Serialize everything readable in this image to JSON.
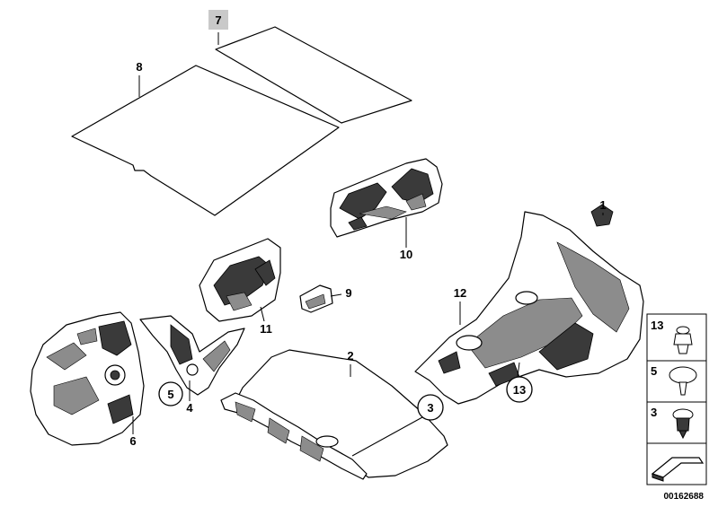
{
  "diagram": {
    "labels": {
      "p1": "1",
      "p2": "2",
      "p3": "3",
      "p4": "4",
      "p5": "5",
      "p6": "6",
      "p7": "7",
      "p8": "8",
      "p9": "9",
      "p10": "10",
      "p11": "11",
      "p12": "12",
      "p13": "13"
    },
    "circled_callouts": {
      "c3": "3",
      "c5": "5",
      "c13": "13"
    },
    "legend": [
      {
        "number": "13",
        "part": "expanding-rivet"
      },
      {
        "number": "5",
        "part": "plug"
      },
      {
        "number": "3",
        "part": "clip"
      },
      {
        "number": "",
        "part": "sealing-strip"
      }
    ],
    "image_number": "00162688"
  }
}
